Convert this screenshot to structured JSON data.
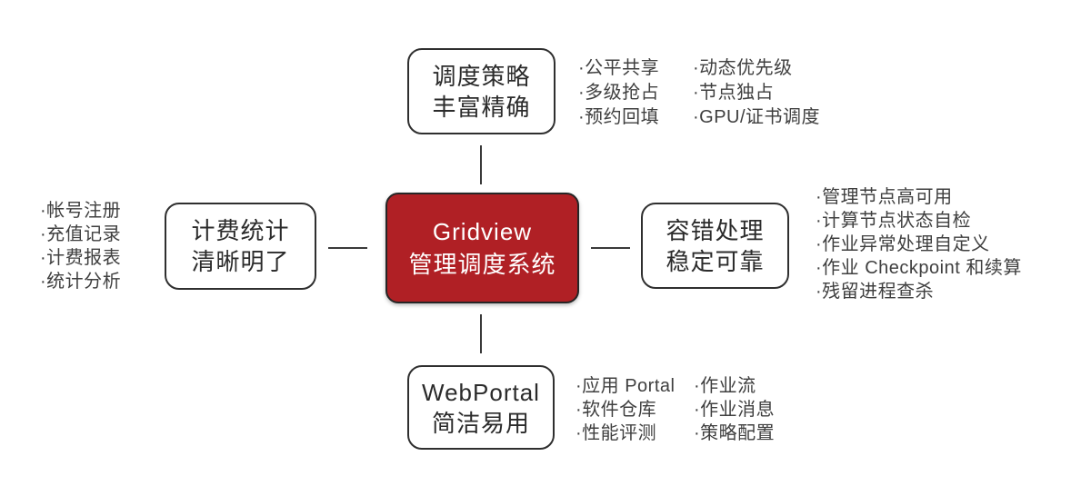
{
  "center": {
    "line1": "Gridview",
    "line2": "管理调度系统"
  },
  "top": {
    "title1": "调度策略",
    "title2": "丰富精确",
    "col1": [
      "·公平共享",
      "·多级抢占",
      "·预约回填"
    ],
    "col2": [
      "·动态优先级",
      "·节点独占",
      "·GPU/证书调度"
    ]
  },
  "left": {
    "title1": "计费统计",
    "title2": "清晰明了",
    "items": [
      "·帐号注册",
      "·充值记录",
      "·计费报表",
      "·统计分析"
    ]
  },
  "right": {
    "title1": "容错处理",
    "title2": "稳定可靠",
    "items": [
      "·管理节点高可用",
      "·计算节点状态自检",
      "·作业异常处理自定义",
      "·作业 Checkpoint 和续算",
      "·残留进程查杀"
    ]
  },
  "bottom": {
    "title1": "WebPortal",
    "title2": "简洁易用",
    "col1": [
      "·应用 Portal",
      "·软件仓库",
      "·性能评测"
    ],
    "col2": [
      "·作业流",
      "·作业消息",
      "·策略配置"
    ]
  },
  "colors": {
    "accent_red": "#b02025",
    "line": "#3a3a3a",
    "node_border": "#2f2f2f",
    "title_text": "#2b2b2b",
    "bullet_text": "#3f3f3f",
    "center_text": "#ffffff"
  }
}
